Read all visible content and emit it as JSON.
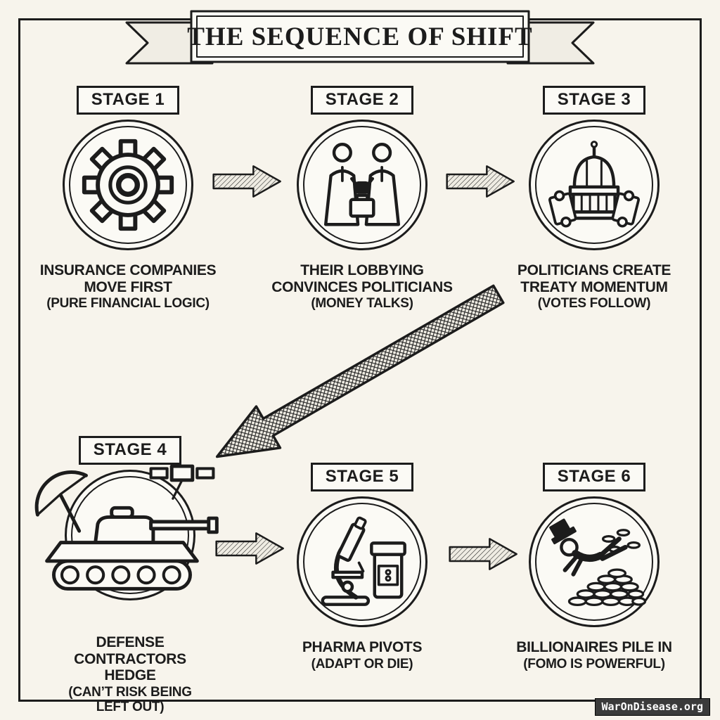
{
  "meta": {
    "ink": "#1c1c1c",
    "paper": "#f7f4ec",
    "card": "#fbfaf5"
  },
  "banner": {
    "title": "THE SEQUENCE OF SHIFT"
  },
  "stages": [
    {
      "label": "STAGE 1",
      "icon": "gear-icon",
      "caption": "INSURANCE COMPANIES MOVE FIRST",
      "subcaption": "(PURE FINANCIAL LOGIC)"
    },
    {
      "label": "STAGE 2",
      "icon": "handshake-icon",
      "caption": "THEIR LOBBYING CONVINCES POLITICIANS",
      "subcaption": "(MONEY TALKS)"
    },
    {
      "label": "STAGE 3",
      "icon": "capitol-scrolls-icon",
      "caption": "POLITICIANS CREATE TREATY MOMENTUM",
      "subcaption": "(VOTES FOLLOW)"
    },
    {
      "label": "STAGE 4",
      "icon": "tank-satellite-icon",
      "caption": "DEFENSE CONTRACTORS HEDGE",
      "subcaption": "(CAN’T RISK BEING LEFT OUT)"
    },
    {
      "label": "STAGE 5",
      "icon": "microscope-pills-icon",
      "caption": "PHARMA PIVOTS",
      "subcaption": "(ADAPT OR DIE)"
    },
    {
      "label": "STAGE 6",
      "icon": "billionaire-coins-icon",
      "caption": "BILLIONAIRES PILE IN",
      "subcaption": "(FOMO IS POWERFUL)"
    }
  ],
  "arrows": [
    {
      "from": 1,
      "to": 2
    },
    {
      "from": 2,
      "to": 3
    },
    {
      "from": 3,
      "to": 4
    },
    {
      "from": 4,
      "to": 5
    },
    {
      "from": 5,
      "to": 6
    }
  ],
  "watermark": {
    "text": "WarOnDisease.org"
  }
}
